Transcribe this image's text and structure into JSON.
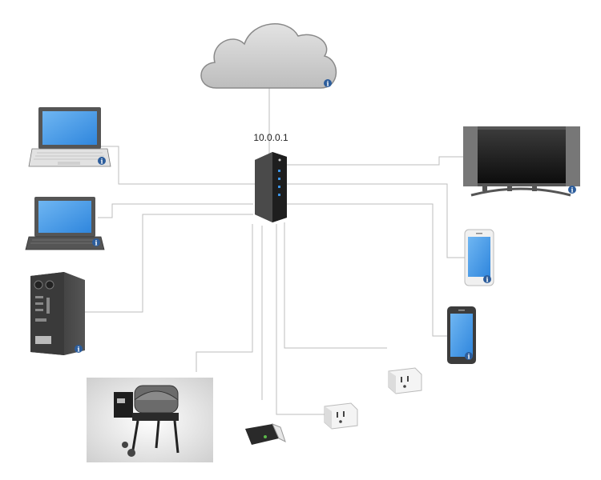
{
  "router": {
    "ip_label": "10.0.0.1"
  },
  "colors": {
    "link": "#bdbdbd",
    "info_badge": "#2c5d9c",
    "screen_blue": "#3b94e6",
    "device_dark": "#2f2f2f"
  },
  "nodes": [
    {
      "id": "cloud",
      "icon": "cloud-icon"
    },
    {
      "id": "router",
      "icon": "router-icon"
    },
    {
      "id": "laptop-1",
      "icon": "laptop-icon"
    },
    {
      "id": "laptop-2",
      "icon": "laptop-icon"
    },
    {
      "id": "desktop-tower",
      "icon": "desktop-tower-icon"
    },
    {
      "id": "pellet-grill",
      "icon": "grill-photo"
    },
    {
      "id": "smart-hub",
      "icon": "smart-hub-icon"
    },
    {
      "id": "smart-plug-1",
      "icon": "smart-plug-icon"
    },
    {
      "id": "smart-plug-2",
      "icon": "smart-plug-icon"
    },
    {
      "id": "television",
      "icon": "tv-icon"
    },
    {
      "id": "phone-1",
      "icon": "phone-icon"
    },
    {
      "id": "phone-2",
      "icon": "phone-icon"
    }
  ]
}
